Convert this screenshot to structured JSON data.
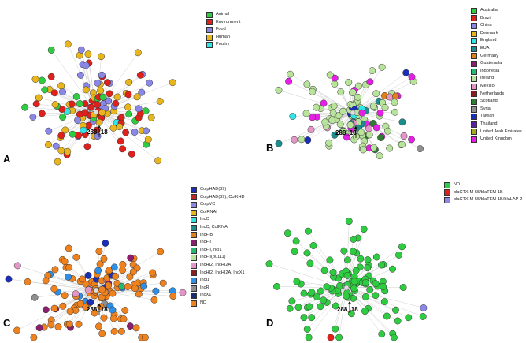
{
  "focus_node": "288_18",
  "panels": [
    {
      "letter": "A",
      "legend": [
        {
          "label": "Animal",
          "color": "#2ecc40"
        },
        {
          "label": "Environment",
          "color": "#e0201b"
        },
        {
          "label": "Food",
          "color": "#8b87e6"
        },
        {
          "label": "Human",
          "color": "#e8b51c"
        },
        {
          "label": "Poultry",
          "color": "#2fe6e6"
        }
      ],
      "palette": [
        "#2ecc40",
        "#e0201b",
        "#8b87e6",
        "#e8b51c",
        "#2fe6e6"
      ],
      "mix": [
        0.12,
        0.25,
        0.22,
        0.38,
        0.03
      ]
    },
    {
      "letter": "B",
      "legend": [
        {
          "label": "Australia",
          "color": "#2ecc40"
        },
        {
          "label": "Brazil",
          "color": "#e0201b"
        },
        {
          "label": "China",
          "color": "#8b87e6"
        },
        {
          "label": "Denmark",
          "color": "#e8b51c"
        },
        {
          "label": "England",
          "color": "#2fe6e6"
        },
        {
          "label": "EUA",
          "color": "#1f8c8c"
        },
        {
          "label": "Germany",
          "color": "#e0801b"
        },
        {
          "label": "Guatemala",
          "color": "#8a1f6e"
        },
        {
          "label": "Indonesia",
          "color": "#25b874"
        },
        {
          "label": "Ireland",
          "color": "#b8e39a"
        },
        {
          "label": "Mexico",
          "color": "#e596c8"
        },
        {
          "label": "Netherlands",
          "color": "#8a1f1f"
        },
        {
          "label": "Scotland",
          "color": "#2e7d32"
        },
        {
          "label": "Syria",
          "color": "#8e8e8e"
        },
        {
          "label": "Taiwan",
          "color": "#1a2eb8"
        },
        {
          "label": "Thailand",
          "color": "#5a1fa6"
        },
        {
          "label": "United Arab Emirates",
          "color": "#a6a61f"
        },
        {
          "label": "United Kingdom",
          "color": "#e61fe6"
        }
      ],
      "palette": [
        "#b8e39a",
        "#e61fe6",
        "#1f8c8c",
        "#2e7d32",
        "#e0801b",
        "#e596c8",
        "#1a2eb8",
        "#2fe6e6",
        "#8e8e8e"
      ],
      "mix": [
        0.55,
        0.14,
        0.1,
        0.07,
        0.04,
        0.04,
        0.02,
        0.02,
        0.02
      ]
    },
    {
      "letter": "C",
      "legend": [
        {
          "label": "ColpHAD(89)",
          "color": "#1a2eb8"
        },
        {
          "label": "ColpHAD(89), ColKHD",
          "color": "#c0281f"
        },
        {
          "label": "ColpVC",
          "color": "#8b87e6"
        },
        {
          "label": "ColRNAI",
          "color": "#e8b51c"
        },
        {
          "label": "IncC",
          "color": "#2fe6e6"
        },
        {
          "label": "IncC, ColRNAI",
          "color": "#1f8c8c"
        },
        {
          "label": "IncFIB",
          "color": "#e0801b"
        },
        {
          "label": "IncFII",
          "color": "#8a1f6e"
        },
        {
          "label": "IncFII,IncI1",
          "color": "#25b874"
        },
        {
          "label": "IncFII(p0111)",
          "color": "#b8e39a"
        },
        {
          "label": "IncHI2, IncHI2A",
          "color": "#e596c8"
        },
        {
          "label": "IncHI2, IncHI2A, IncX1",
          "color": "#8a1f1f"
        },
        {
          "label": "IncI1",
          "color": "#2e8fe6"
        },
        {
          "label": "IncR",
          "color": "#8e8e8e"
        },
        {
          "label": "IncX1",
          "color": "#1a2e6e"
        },
        {
          "label": "ND",
          "color": "#f0821e"
        }
      ],
      "palette": [
        "#f0821e",
        "#2e8fe6",
        "#e596c8",
        "#8a1f6e",
        "#1a2eb8",
        "#8e8e8e",
        "#25b874"
      ],
      "mix": [
        0.78,
        0.1,
        0.04,
        0.03,
        0.02,
        0.02,
        0.01
      ]
    },
    {
      "letter": "D",
      "legend": [
        {
          "label": "ND",
          "color": "#2ecc40"
        },
        {
          "label": "blaCTX-M-55/blaTEM-1B",
          "color": "#e0201b"
        },
        {
          "label": "blaCTX-M-55/blaTEM-1B/blaLAP-2",
          "color": "#8b87e6"
        }
      ],
      "palette": [
        "#2ecc40",
        "#e0201b",
        "#8b87e6"
      ],
      "mix": [
        0.985,
        0.01,
        0.005
      ]
    }
  ]
}
